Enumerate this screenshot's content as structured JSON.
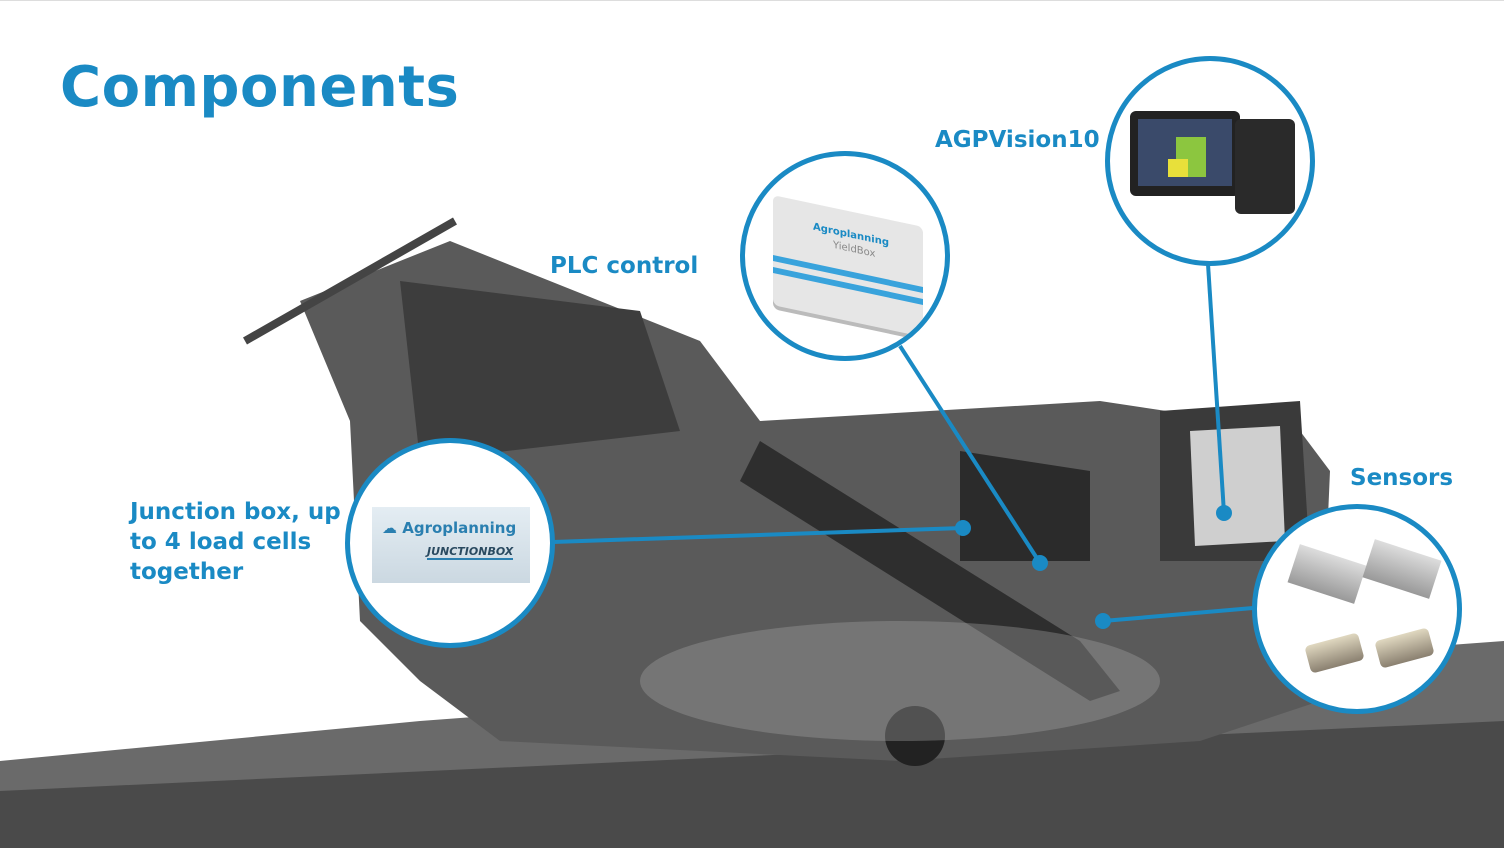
{
  "slide": {
    "title": "Components",
    "accent_color": "#1a8ac4",
    "callouts": {
      "plc": {
        "label": "PLC control",
        "device_brand": "Agroplanning",
        "device_name": "YieldBox"
      },
      "display": {
        "label": "AGPVision10"
      },
      "junction": {
        "label": "Junction box, up to 4 load cells together",
        "line1": "Junction box, up",
        "line2": "to 4 load cells",
        "line3": "together",
        "plate_brand": "Agroplanning",
        "plate_name": "JUNCTIONBOX"
      },
      "sensors": {
        "label": "Sensors"
      }
    }
  }
}
